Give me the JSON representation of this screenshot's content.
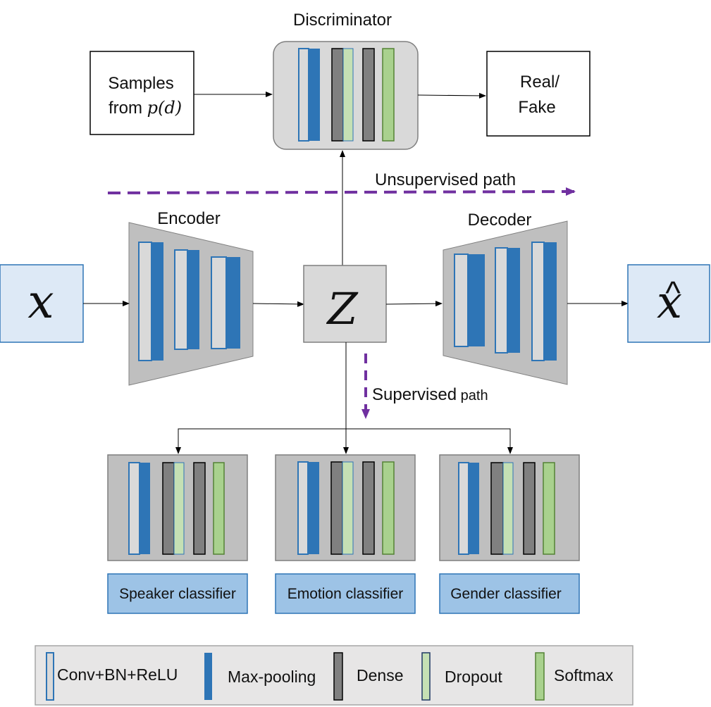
{
  "discriminator": {
    "title": "Discriminator"
  },
  "samples": {
    "line1": "Samples",
    "line2_prefix": "from ",
    "math": "p(d)"
  },
  "output": {
    "line1": "Real/",
    "line2": "Fake"
  },
  "paths": {
    "unsupervised": "Unsupervised path",
    "supervised_main": "Supervised",
    "supervised_suffix": " path"
  },
  "encoder": {
    "title": "Encoder"
  },
  "decoder": {
    "title": "Decoder"
  },
  "input": {
    "symbol": "x"
  },
  "latent": {
    "symbol": "Z"
  },
  "reconstruction": {
    "symbol": "x",
    "hat": "^"
  },
  "classifiers": [
    {
      "label": "Speaker classifier"
    },
    {
      "label": "Emotion classifier"
    },
    {
      "label": "Gender classifier"
    }
  ],
  "legend": [
    {
      "label": "Conv+BN+ReLU"
    },
    {
      "label": "Max-pooling"
    },
    {
      "label": "Dense"
    },
    {
      "label": "Dropout"
    },
    {
      "label": "Softmax"
    }
  ],
  "colors": {
    "conv": "#d9d9d9",
    "conv_border": "#2e75b6",
    "maxpool": "#2e75b6",
    "dense": "#808080",
    "dropout": "#c5e0b4",
    "softmax": "#a9d18e",
    "softmax_border": "#548235",
    "panel": "#d0d0d0",
    "panel_border": "#7f7f7f",
    "io_box": "#dde9f6",
    "io_border": "#2e75b6",
    "classifier_label_bg": "#9dc3e6",
    "path_arrow": "#7030a0"
  }
}
